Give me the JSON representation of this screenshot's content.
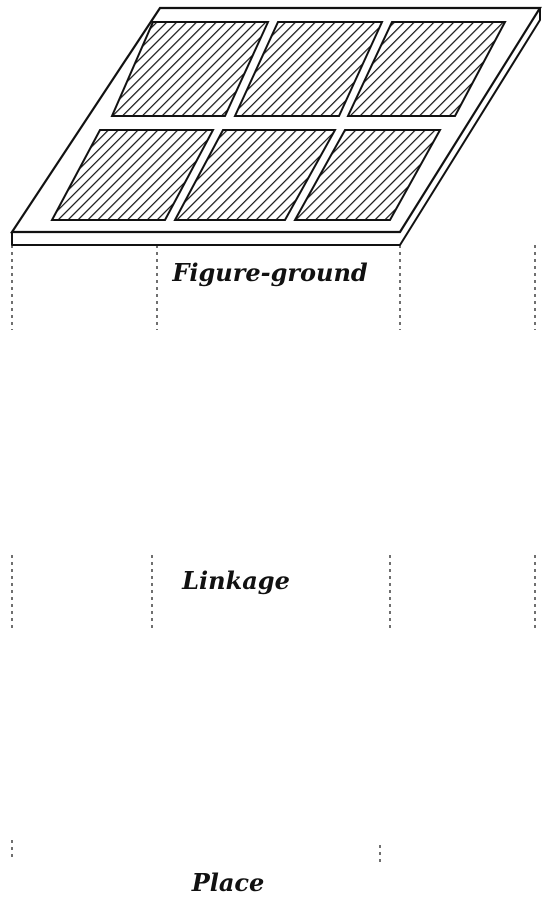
{
  "figure": {
    "layers": [
      {
        "id": "figure-ground",
        "label": "Figure-ground"
      },
      {
        "id": "linkage",
        "label": "Linkage"
      },
      {
        "id": "place",
        "label": "Place"
      }
    ]
  }
}
